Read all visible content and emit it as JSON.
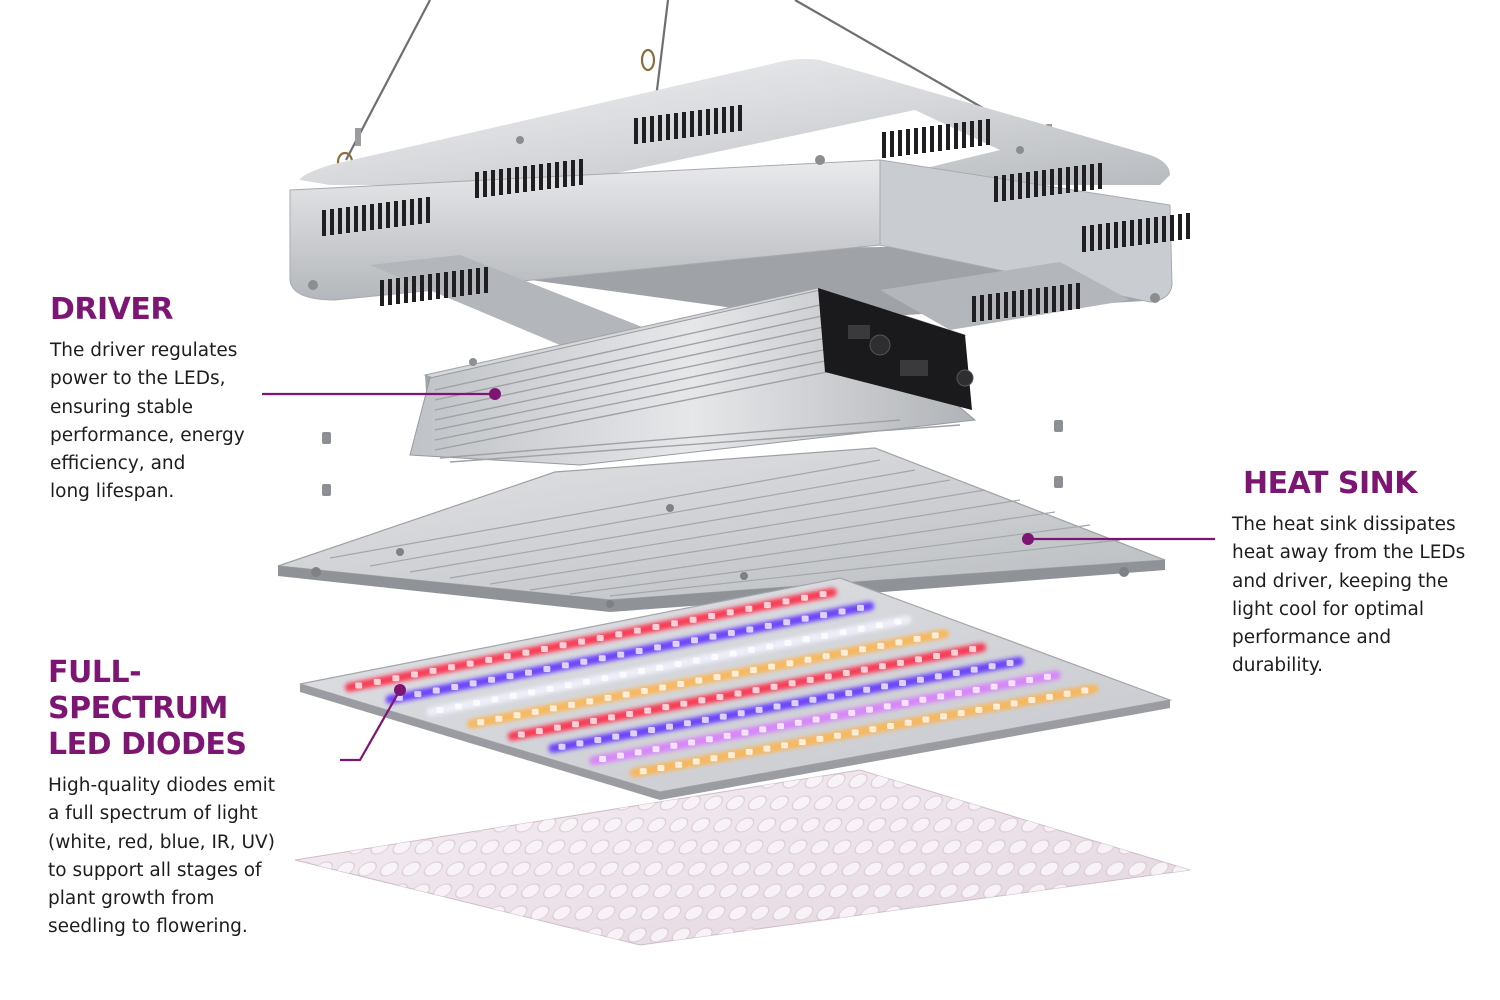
{
  "callouts": {
    "driver": {
      "title": "DRIVER",
      "description": "The driver regulates\npower to the LEDs,\nensuring stable\nperformance, energy\nefficiency, and\nlong lifespan."
    },
    "heat_sink": {
      "title": "HEAT SINK",
      "description": "The heat sink dissipates\nheat away from the LEDs\nand driver, keeping the\nlight cool for optimal\nperformance and\ndurability."
    },
    "led_diodes": {
      "title": "FULL-SPECTRUM\nLED DIODES",
      "description": "High-quality diodes emit\na full spectrum of light\n(white, red, blue, IR, UV)\nto support all stages of\nplant growth from\nseedling to flowering."
    }
  },
  "colors": {
    "accent": "#7d1672",
    "text": "#1d1d1d",
    "aluminum": "#c9ccd0",
    "aluminum_dark": "#8e9298",
    "led_red": "#ff1f3c",
    "led_blue": "#5b2bff",
    "led_white": "#f3f3ff",
    "led_warm": "#ffb347",
    "led_purple": "#d978ff"
  },
  "led_strip_pattern": [
    "red",
    "blue",
    "white",
    "warm",
    "red",
    "blue",
    "purple",
    "warm"
  ],
  "icons": [
    "hanging-wire-icon",
    "screw-icon",
    "connector-icon"
  ]
}
